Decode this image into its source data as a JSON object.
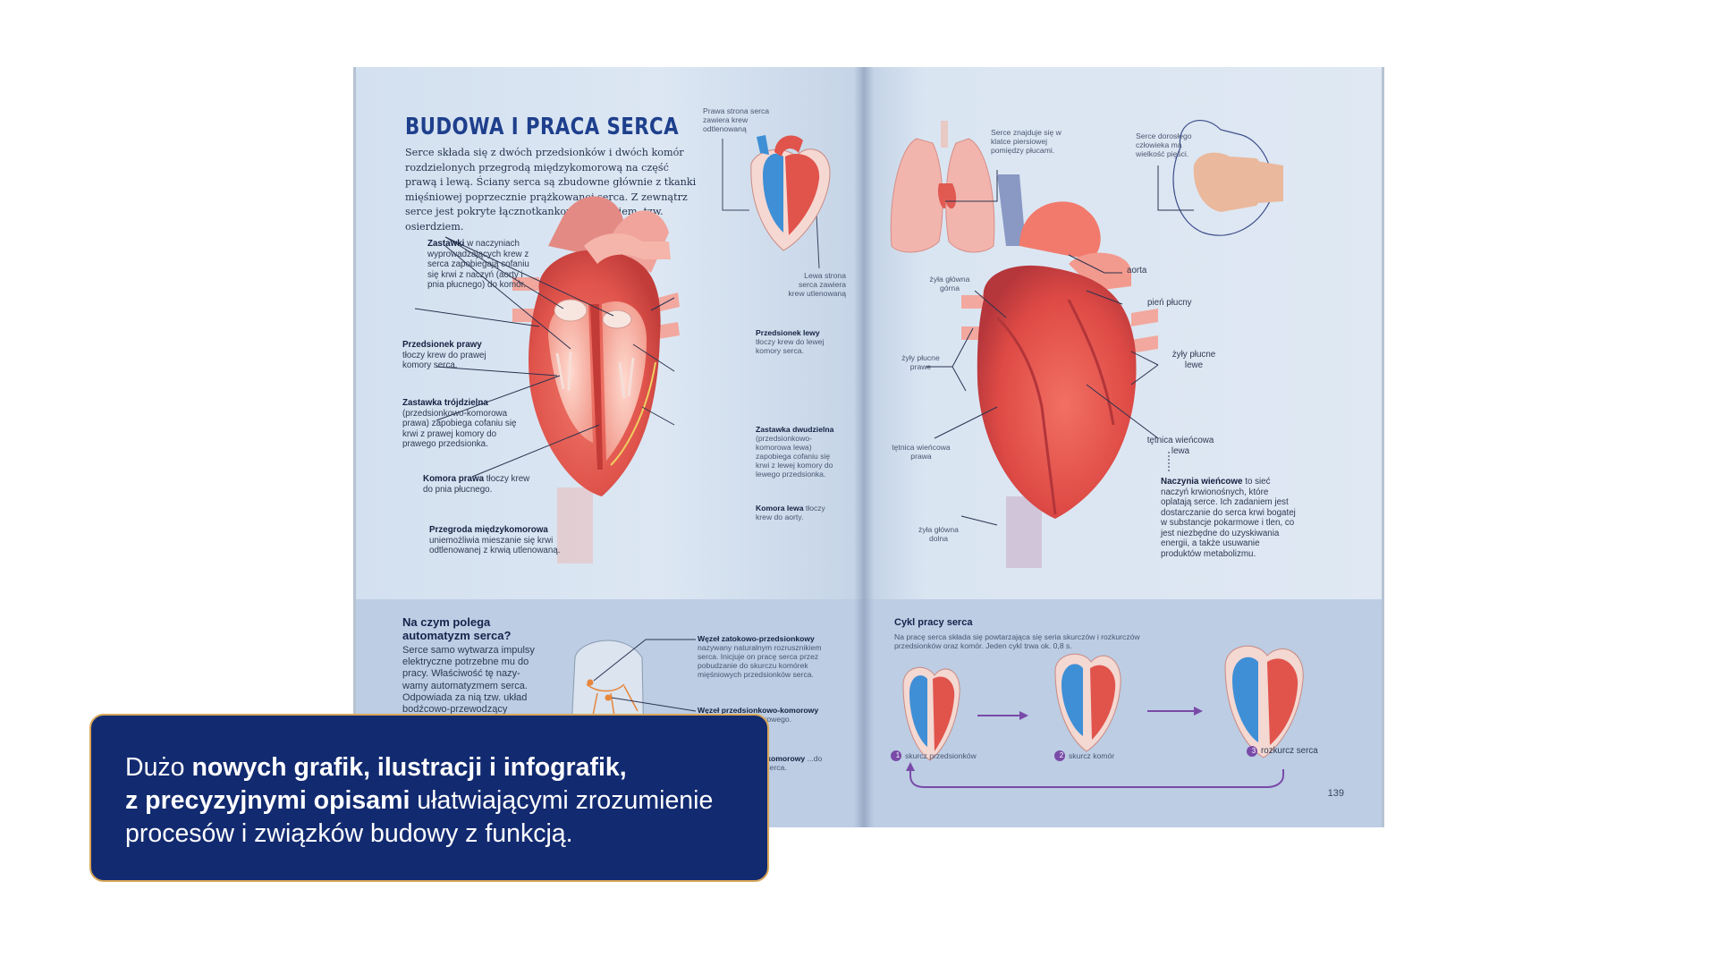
{
  "left_page": {
    "title": "BUDOWA I PRACA SERCA",
    "intro": "Serce składa się z dwóch przedsionków i dwóch komór rozdzielonych przegrodą międzykomorową na część prawą i lewą. Ściany serca są zbudowne głównie z tkanki mięśniowej poprzecznie prążkowanej serca. Z zewnątrz serce jest pokryte łącznotkankowym workiem, tzw. osierdziem.",
    "mini_right_label": "Prawa strona serca zawiera krew odtlenowaną",
    "mini_left_label": "Lewa strona serca zawiera krew utlenowaną",
    "labels": [
      {
        "title": "Zastawki",
        "text": "w naczyniach wyprowadzających krew z serca zapobiegają cofaniu się krwi z naczyń (aorty i pnia płucnego) do komór."
      },
      {
        "title": "Przedsionek prawy",
        "text": "tłoczy krew do prawej komory serca."
      },
      {
        "title": "Zastawka trójdzielna",
        "text": "(przedsionkowo-komorowa prawa) zapobiega cofaniu się krwi z prawej komory do prawego przedsionka."
      },
      {
        "title": "Komora prawa",
        "text": "tłoczy krew do pnia płucnego."
      },
      {
        "title": "Przegroda międzykomorowa",
        "text": "uniemożliwia mieszanie się krwi odtlenowanej z krwią utlenowaną."
      },
      {
        "title": "Przedsionek lewy",
        "text": "tłoczy krew do lewej komory serca."
      },
      {
        "title": "Zastawka dwudzielna",
        "text": "(przedsionkowo-komorowa lewa) zapobiega cofaniu się krwi z lewej komory do lewego przedsionka."
      },
      {
        "title": "Komora lewa",
        "text": "tłoczy krew do aorty."
      }
    ],
    "auto_heading": "Na czym polega automatyzm serca?",
    "auto_text": "Serce samo wytwarza impulsy elektryczne potrzebne mu do pracy. Właściwość tę nazy- wamy automatyzmem serca. Odpowiada za nią tzw. układ bodźcowo-przewodzący",
    "node1_title": "Węzeł zatokowo-przedsionkowy",
    "node1_text": "nazywany naturalnym rozrusznikiem serca. Inicjuje on pracę serca przez pobudzanie do skurczu komórek mięśniowych przedsionków serca.",
    "node2_title": "Węzeł przedsionkowo-komorowy",
    "node2_text": "...nie do pęczka ...orowego.",
    "node3_title": "...owo-komorowy",
    "node3_text": "...do komór serca."
  },
  "right_page": {
    "lungs_label": "Serce znajduje się w klatce piersiowej pomiędzy płucami.",
    "fist_label": "Serce dorosłego człowieka ma wielkość pięści.",
    "labels": {
      "aorta": "aorta",
      "pien": "pień płucny",
      "zyla_gorna": "żyła główna górna",
      "zyly_prawe": "żyły płucne prawe",
      "zyly_lewe": "żyły płucne lewe",
      "tetnica_prawa": "tętnica wieńcowa prawa",
      "tetnica_lewa": "tętnica wieńcowa lewa",
      "zyla_dolna": "żyła główna dolna"
    },
    "naczynia_title": "Naczynia wieńcowe",
    "naczynia_text": "to sieć naczyń krwionośnych, które oplatają serce. Ich zadaniem jest dostarczanie do serca krwi bogatej w substancje pokarmowe i tlen, co jest niezbędne do uzyskiwania energii, a także usuwanie produktów metabolizmu.",
    "cycle_title": "Cykl pracy serca",
    "cycle_text": "Na pracę serca składa się powtarzająca się seria skurczów i rozkurczów przedsionków oraz komór. Jeden cykl trwa ok. 0,8 s.",
    "steps": [
      {
        "num": "1",
        "label": "skurcz przedsionków"
      },
      {
        "num": "2",
        "label": "skurcz komór"
      },
      {
        "num": "3",
        "label": "rozkurcz serca"
      }
    ],
    "page_number": "139"
  },
  "callout": {
    "p1": "Dużo ",
    "b1": "nowych grafik, ilustracji i infografik,",
    "b2": "z precyzyjnymi opisami",
    "p2": " ułatwiającymi zrozumienie",
    "p3": "procesów i związków budowy z funkcją."
  },
  "colors": {
    "callout_bg": "#122a70",
    "callout_border": "#d8a75a",
    "title": "#1e3f8c",
    "heart_red": "#e0544c",
    "vessel_blue": "#3f8fd6",
    "step_purple": "#7a4aa8"
  }
}
